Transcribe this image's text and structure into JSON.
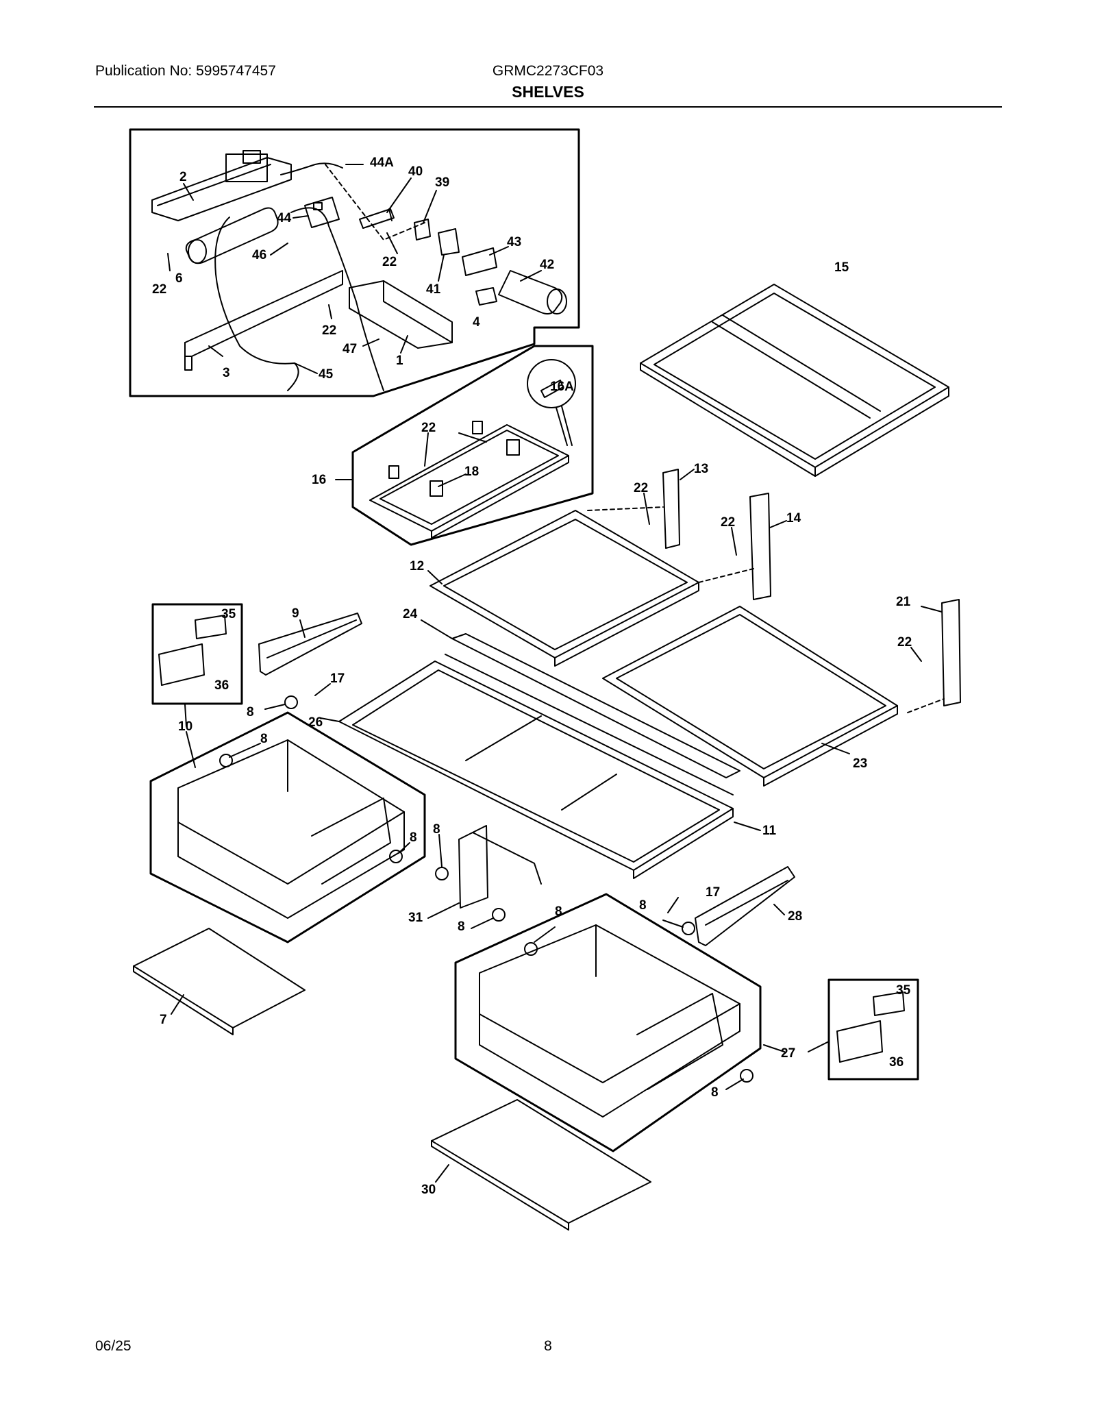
{
  "header": {
    "publication": "Publication No: 5995747457",
    "model": "GRMC2273CF03",
    "section": "SHELVES"
  },
  "footer": {
    "date": "06/25",
    "page": "8"
  },
  "callouts": [
    {
      "id": "c-44A",
      "label": "44A"
    },
    {
      "id": "c-2",
      "label": "2"
    },
    {
      "id": "c-40",
      "label": "40"
    },
    {
      "id": "c-39",
      "label": "39"
    },
    {
      "id": "c-44",
      "label": "44"
    },
    {
      "id": "c-46",
      "label": "46"
    },
    {
      "id": "c-6",
      "label": "6"
    },
    {
      "id": "c-22a",
      "label": "22"
    },
    {
      "id": "c-22b",
      "label": "22"
    },
    {
      "id": "c-43",
      "label": "43"
    },
    {
      "id": "c-42",
      "label": "42"
    },
    {
      "id": "c-41",
      "label": "41"
    },
    {
      "id": "c-4",
      "label": "4"
    },
    {
      "id": "c-22c",
      "label": "22"
    },
    {
      "id": "c-47",
      "label": "47"
    },
    {
      "id": "c-1",
      "label": "1"
    },
    {
      "id": "c-3",
      "label": "3"
    },
    {
      "id": "c-45",
      "label": "45"
    },
    {
      "id": "c-15",
      "label": "15"
    },
    {
      "id": "c-16A",
      "label": "16A"
    },
    {
      "id": "c-22d",
      "label": "22"
    },
    {
      "id": "c-18",
      "label": "18"
    },
    {
      "id": "c-16",
      "label": "16"
    },
    {
      "id": "c-13",
      "label": "13"
    },
    {
      "id": "c-22e",
      "label": "22"
    },
    {
      "id": "c-14",
      "label": "14"
    },
    {
      "id": "c-22f",
      "label": "22"
    },
    {
      "id": "c-12",
      "label": "12"
    },
    {
      "id": "c-21",
      "label": "21"
    },
    {
      "id": "c-22g",
      "label": "22"
    },
    {
      "id": "c-35a",
      "label": "35"
    },
    {
      "id": "c-36a",
      "label": "36"
    },
    {
      "id": "c-9",
      "label": "9"
    },
    {
      "id": "c-24",
      "label": "24"
    },
    {
      "id": "c-17a",
      "label": "17"
    },
    {
      "id": "c-8a",
      "label": "8"
    },
    {
      "id": "c-26",
      "label": "26"
    },
    {
      "id": "c-10",
      "label": "10"
    },
    {
      "id": "c-8b",
      "label": "8"
    },
    {
      "id": "c-23",
      "label": "23"
    },
    {
      "id": "c-11",
      "label": "11"
    },
    {
      "id": "c-8c",
      "label": "8"
    },
    {
      "id": "c-8d",
      "label": "8"
    },
    {
      "id": "c-17b",
      "label": "17"
    },
    {
      "id": "c-8e",
      "label": "8"
    },
    {
      "id": "c-28",
      "label": "28"
    },
    {
      "id": "c-31",
      "label": "31"
    },
    {
      "id": "c-8f",
      "label": "8"
    },
    {
      "id": "c-8g",
      "label": "8"
    },
    {
      "id": "c-7",
      "label": "7"
    },
    {
      "id": "c-35b",
      "label": "35"
    },
    {
      "id": "c-27",
      "label": "27"
    },
    {
      "id": "c-36b",
      "label": "36"
    },
    {
      "id": "c-8h",
      "label": "8"
    },
    {
      "id": "c-30",
      "label": "30"
    }
  ]
}
